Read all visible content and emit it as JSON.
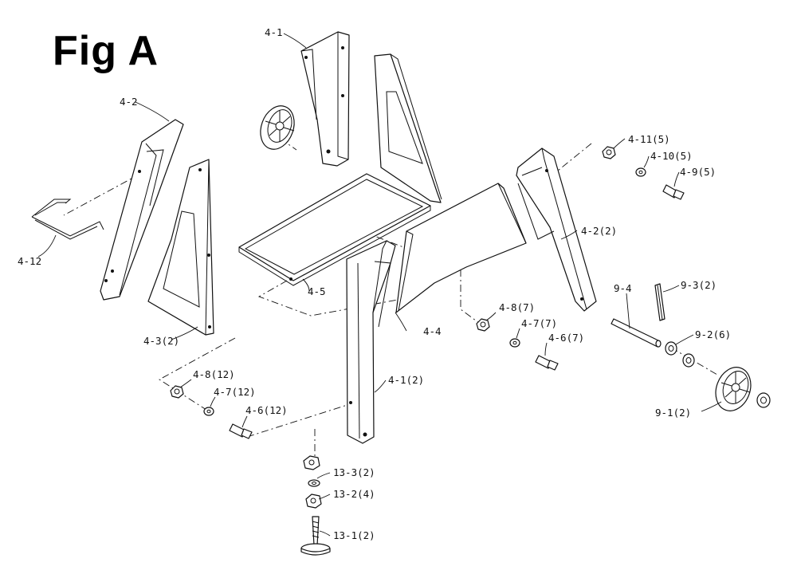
{
  "figure": {
    "title": "Fig A"
  },
  "callouts": {
    "c_4_1": "4-1",
    "c_4_2": "4-2",
    "c_4_12": "4-12",
    "c_4_3_2": "4-3(2)",
    "c_4_5": "4-5",
    "c_4_4": "4-4",
    "c_4_1_2": "4-1(2)",
    "c_4_2_2": "4-2(2)",
    "c_4_11_5": "4-11(5)",
    "c_4_10_5": "4-10(5)",
    "c_4_9_5": "4-9(5)",
    "c_4_8_7": "4-8(7)",
    "c_4_7_7": "4-7(7)",
    "c_4_6_7": "4-6(7)",
    "c_4_8_12": "4-8(12)",
    "c_4_7_12": "4-7(12)",
    "c_4_6_12": "4-6(12)",
    "c_9_4": "9-4",
    "c_9_3_2": "9-3(2)",
    "c_9_2_6": "9-2(6)",
    "c_9_1_2": "9-1(2)",
    "c_13_3_2": "13-3(2)",
    "c_13_2_4": "13-2(4)",
    "c_13_1_2": "13-1(2)"
  }
}
